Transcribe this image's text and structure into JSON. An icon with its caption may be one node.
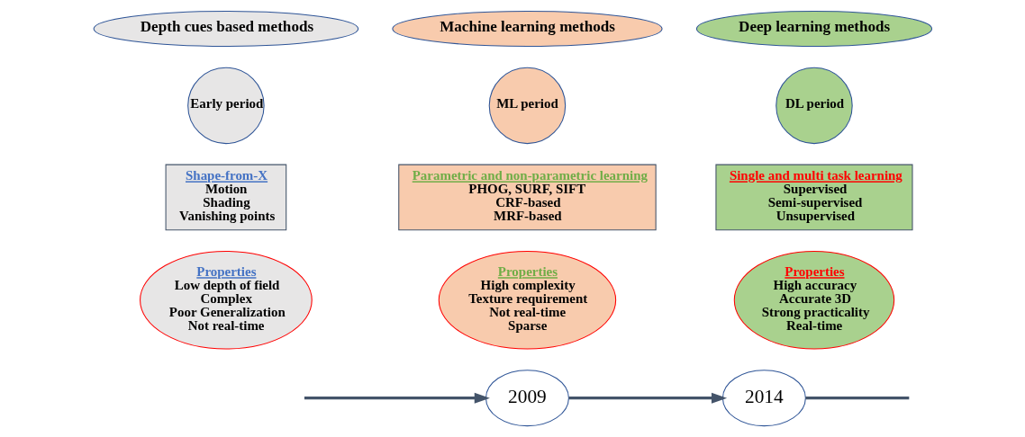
{
  "diagram": {
    "nodes": [
      {
        "text": [
          "Depth cues based methods"
        ]
      },
      {
        "text": [
          "Early period"
        ]
      },
      {
        "text": [
          "Shape-from-X",
          "Motion",
          "Shading",
          "Vanishing points"
        ]
      },
      {
        "text": [
          "Properties",
          "Low depth of field",
          "Complex",
          "Poor Generalization",
          "Not real-time"
        ]
      },
      {
        "text": [
          "Machine learning methods"
        ]
      },
      {
        "text": [
          "ML period"
        ]
      },
      {
        "text": [
          "Parametric and non-parametric learning",
          "PHOG, SURF, SIFT",
          "CRF-based",
          "MRF-based"
        ]
      },
      {
        "text": [
          "Properties",
          "High complexity",
          "Texture requirement",
          "Not real-time",
          "Sparse"
        ]
      },
      {
        "text": [
          "Deep learning methods"
        ]
      },
      {
        "text": [
          "DL period"
        ]
      },
      {
        "text": [
          "Single and multi task learning",
          "Supervised",
          "Semi-supervised",
          "Unsupervised"
        ]
      },
      {
        "text": [
          "Properties",
          "High accuracy",
          "Accurate 3D",
          "Strong practicality",
          "Real-time"
        ]
      },
      {
        "text": [
          "2009"
        ]
      },
      {
        "text": [
          "2014"
        ]
      }
    ],
    "edges": [
      {
        "from": null,
        "to": 12,
        "arrow": "to"
      },
      {
        "from": 12,
        "to": 13,
        "arrow": "to"
      },
      {
        "from": 13,
        "to": null,
        "arrow": "none"
      }
    ]
  }
}
